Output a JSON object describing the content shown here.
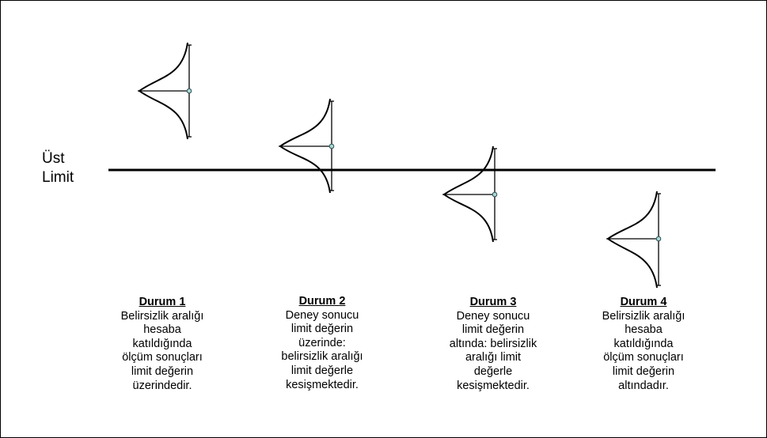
{
  "limit_label": [
    "Üst",
    "Limit"
  ],
  "cases": [
    {
      "title": "Durum 1",
      "lines": [
        "Belirsizlik aralığı",
        "hesaba",
        "katıldığında",
        "ölçüm sonuçları",
        "limit değerin",
        "üzerindedir."
      ]
    },
    {
      "title": "Durum 2",
      "lines": [
        "Deney sonucu",
        "limit değerin",
        "üzerinde:",
        "belirsizlik aralığı",
        "limit değerle",
        "kesişmektedir."
      ]
    },
    {
      "title": "Durum 3",
      "lines": [
        "Deney sonucu",
        "limit değerin",
        "altında:  belirsizlik",
        "aralığı  limit",
        "değerle",
        "kesişmektedir."
      ]
    },
    {
      "title": "Durum 4",
      "lines": [
        "Belirsizlik aralığı",
        "hesaba",
        "katıldığında",
        "ölçüm sonuçları",
        "limit değerin",
        "altındadır."
      ]
    }
  ],
  "colors": {
    "line": "#000000",
    "marker_fill": "#a8d8d8",
    "marker_stroke": "#2f4f4f"
  }
}
